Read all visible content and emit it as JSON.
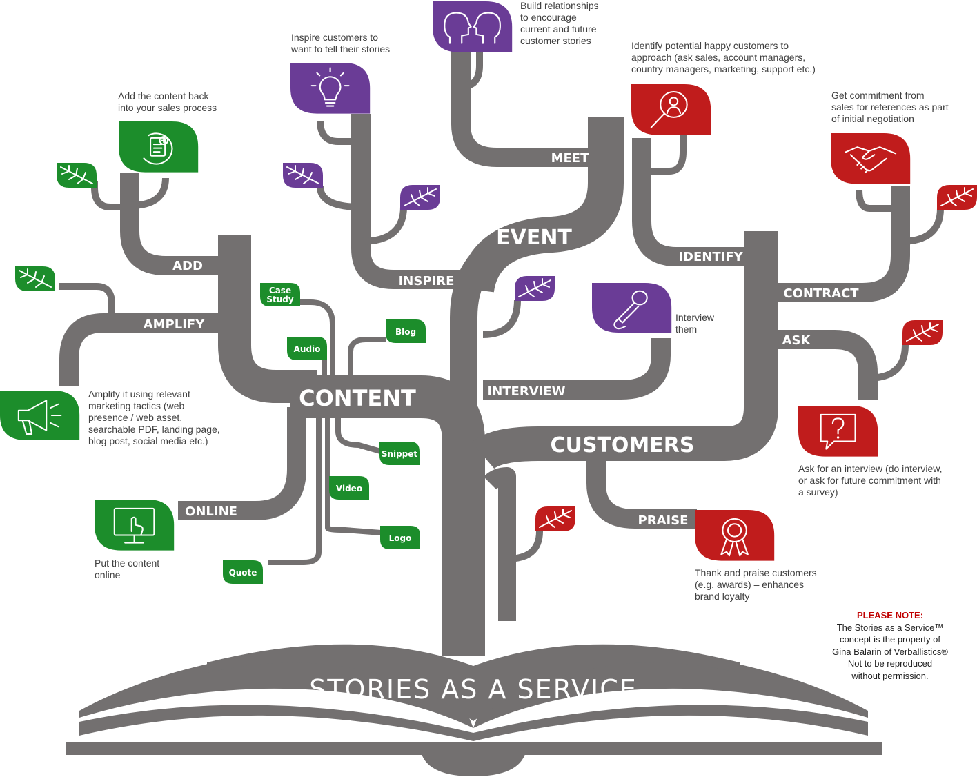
{
  "colors": {
    "trunk": "#737070",
    "green": "#1c8d2b",
    "purple": "#6a3c96",
    "red": "#c01c1c"
  },
  "title": "STORIES AS A SERVICE",
  "branches": {
    "content": "CONTENT",
    "event": "EVENT",
    "customers": "CUSTOMERS",
    "add": "ADD",
    "amplify": "AMPLIFY",
    "online": "ONLINE",
    "inspire": "INSPIRE",
    "meet": "MEET",
    "interview": "INTERVIEW",
    "identify": "IDENTIFY",
    "contract": "CONTRACT",
    "ask": "ASK",
    "praise": "PRAISE"
  },
  "content_types": [
    "Case Study",
    "Audio",
    "Blog",
    "Snippet",
    "Video",
    "Logo",
    "Quote"
  ],
  "icons": {
    "add": "document-cycle-icon",
    "amplify": "megaphone-icon",
    "online": "touchscreen-icon",
    "inspire": "lightbulb-icon",
    "meet": "two-heads-icon",
    "interview": "microphone-icon",
    "identify": "magnifier-person-icon",
    "contract": "handshake-icon",
    "ask": "question-bubble-icon",
    "praise": "award-icon"
  },
  "captions": {
    "add": [
      "Add the content back",
      "into your sales process"
    ],
    "amplify": [
      "Amplify it using relevant",
      "marketing tactics (web",
      "presence / web asset,",
      "searchable PDF, landing page,",
      "blog post, social media etc.)"
    ],
    "online": [
      "Put the content",
      "online"
    ],
    "inspire": [
      "Inspire customers to",
      "want to tell their stories"
    ],
    "meet": [
      "Build relationships",
      "to encourage",
      "current and future",
      "customer stories"
    ],
    "interview": [
      "Interview",
      "them"
    ],
    "identify": [
      "Identify potential happy customers to",
      "approach (ask sales, account managers,",
      "country managers, marketing, support etc.)"
    ],
    "contract": [
      "Get commitment from",
      "sales for references as part",
      "of initial negotiation"
    ],
    "ask": [
      "Ask for an interview (do interview,",
      "or ask for future commitment with",
      "a survey)"
    ],
    "praise": [
      "Thank and praise customers",
      "(e.g. awards) – enhances",
      "brand loyalty"
    ]
  },
  "note": {
    "heading": "PLEASE NOTE:",
    "lines": [
      "The Stories as a Service™",
      "concept is the property of",
      "Gina Balarin of Verballistics®",
      "Not to be reproduced",
      "without permission."
    ]
  }
}
